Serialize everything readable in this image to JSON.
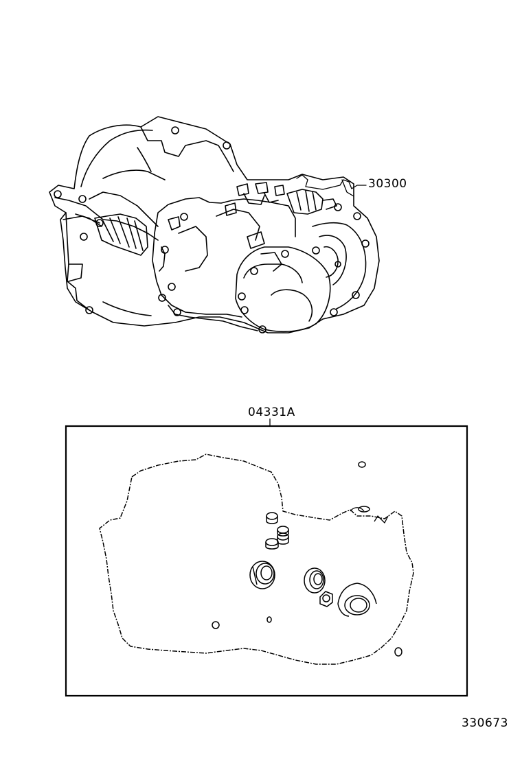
{
  "callouts": {
    "transaxle_part_no": "30300",
    "gasket_kit_part_no": "04331A"
  },
  "illustration_no": "330673"
}
